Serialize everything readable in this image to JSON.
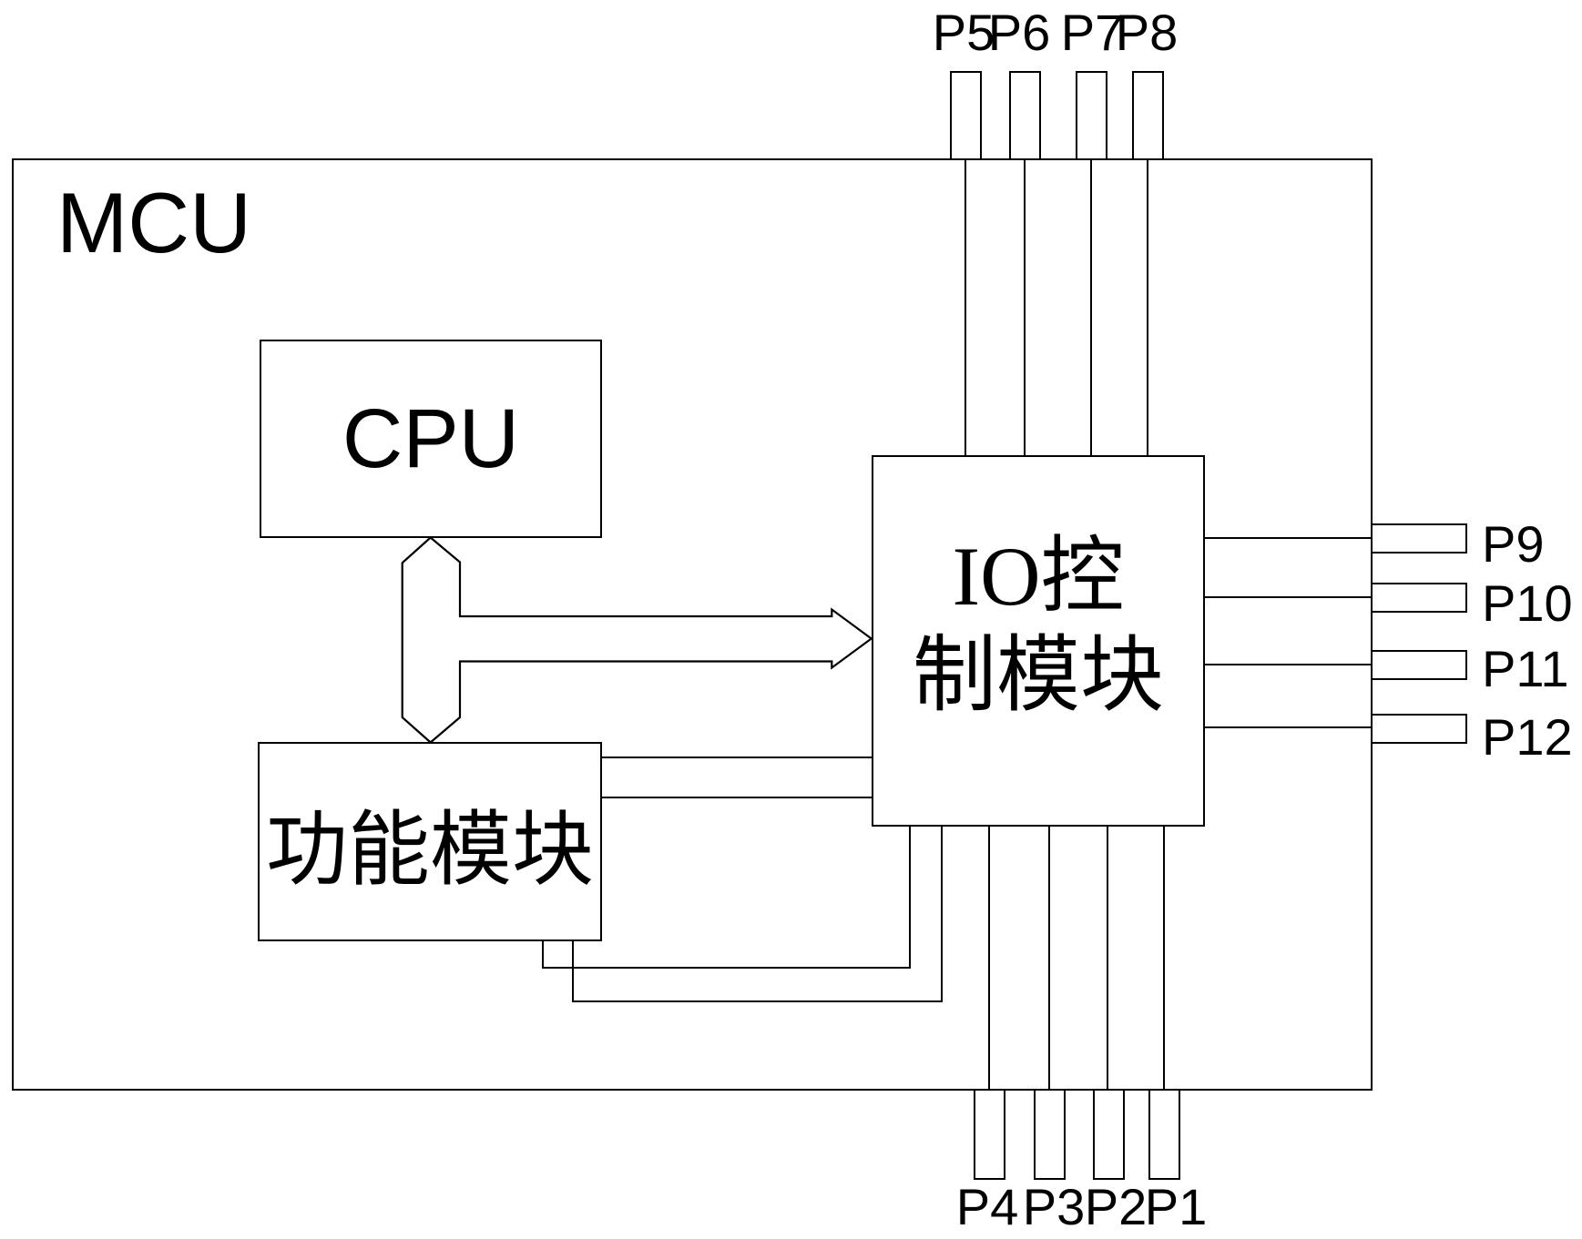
{
  "diagram": {
    "title": "MCU",
    "cpu_label": "CPU",
    "function_module_label": "功能模块",
    "io_module_label_line1": "IO控",
    "io_module_label_line2": "制模块"
  },
  "pins": {
    "top": [
      "P5",
      "P6",
      "P7",
      "P8"
    ],
    "right": [
      "P9",
      "P10",
      "P11",
      "P12"
    ],
    "bottom": [
      "P4",
      "P3",
      "P2",
      "P1"
    ]
  },
  "colors": {
    "line": "#000000",
    "background": "#ffffff",
    "text": "#000000"
  }
}
